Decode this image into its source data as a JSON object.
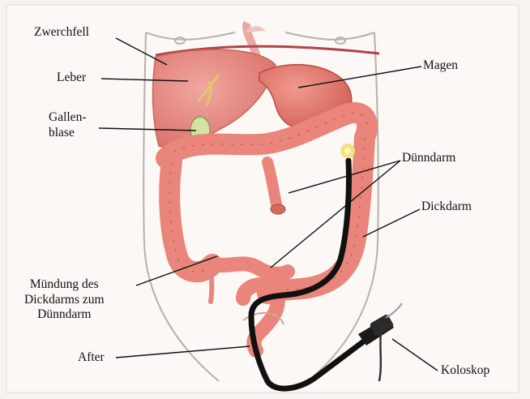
{
  "labels": {
    "zwerchfell": "Zwerchfell",
    "leber": "Leber",
    "gallenblase": "Gallen-\nblase",
    "magen": "Magen",
    "duenndarm": "Dünndarm",
    "dickdarm": "Dickdarm",
    "muendung": "Mündung des\nDickdarms zum\nDünndarm",
    "after": "After",
    "koloskop": "Koloskop"
  },
  "colors": {
    "organ": "#e9857a",
    "organ_shadow": "#c95a52",
    "liver": "#e48a84",
    "stomach": "#e7776e",
    "gallbladder": "#d4e3a4",
    "colonoscope": "#111111",
    "scope_tip": "#f3e27a",
    "body_outline": "#b8b0ad",
    "leader_line": "#111111",
    "background": "#f7f3f1"
  }
}
